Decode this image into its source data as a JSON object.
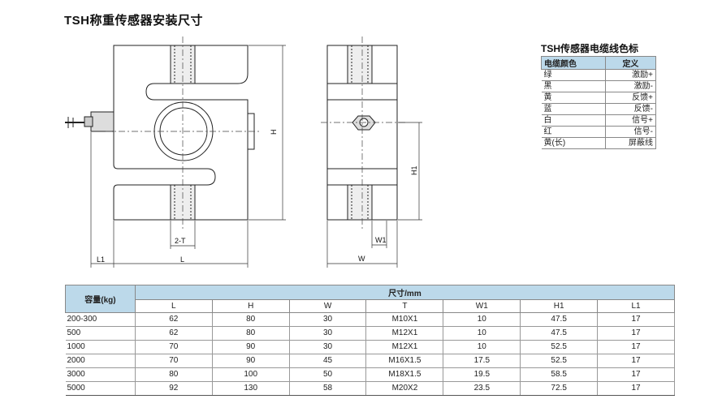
{
  "title": "TSH称重传感器安装尺寸",
  "drawing": {
    "labels": {
      "h": "H",
      "h1": "H1",
      "l": "L",
      "l1": "L1",
      "w": "W",
      "w1": "W1",
      "two_t": "2-T"
    }
  },
  "wire_table": {
    "title": "TSH传感器电缆线色标",
    "headers": [
      "电缆颜色",
      "定义"
    ],
    "rows": [
      [
        "绿",
        "激励+"
      ],
      [
        "黑",
        "激励-"
      ],
      [
        "黄",
        "反馈+"
      ],
      [
        "蓝",
        "反馈-"
      ],
      [
        "白",
        "信号+"
      ],
      [
        "红",
        "信号-"
      ],
      [
        "黄(长)",
        "屏蔽线"
      ]
    ]
  },
  "spec_table": {
    "capacity_header": "容量(kg)",
    "size_header": "尺寸/mm",
    "columns": [
      "L",
      "H",
      "W",
      "T",
      "W1",
      "H1",
      "L1"
    ],
    "rows": [
      [
        "200-300",
        "62",
        "80",
        "30",
        "M10X1",
        "10",
        "47.5",
        "17"
      ],
      [
        "500",
        "62",
        "80",
        "30",
        "M12X1",
        "10",
        "47.5",
        "17"
      ],
      [
        "1000",
        "70",
        "90",
        "30",
        "M12X1",
        "10",
        "52.5",
        "17"
      ],
      [
        "2000",
        "70",
        "90",
        "45",
        "M16X1.5",
        "17.5",
        "52.5",
        "17"
      ],
      [
        "3000",
        "80",
        "100",
        "50",
        "M18X1.5",
        "19.5",
        "58.5",
        "17"
      ],
      [
        "5000",
        "92",
        "130",
        "58",
        "M20X2",
        "23.5",
        "72.5",
        "17"
      ]
    ]
  }
}
